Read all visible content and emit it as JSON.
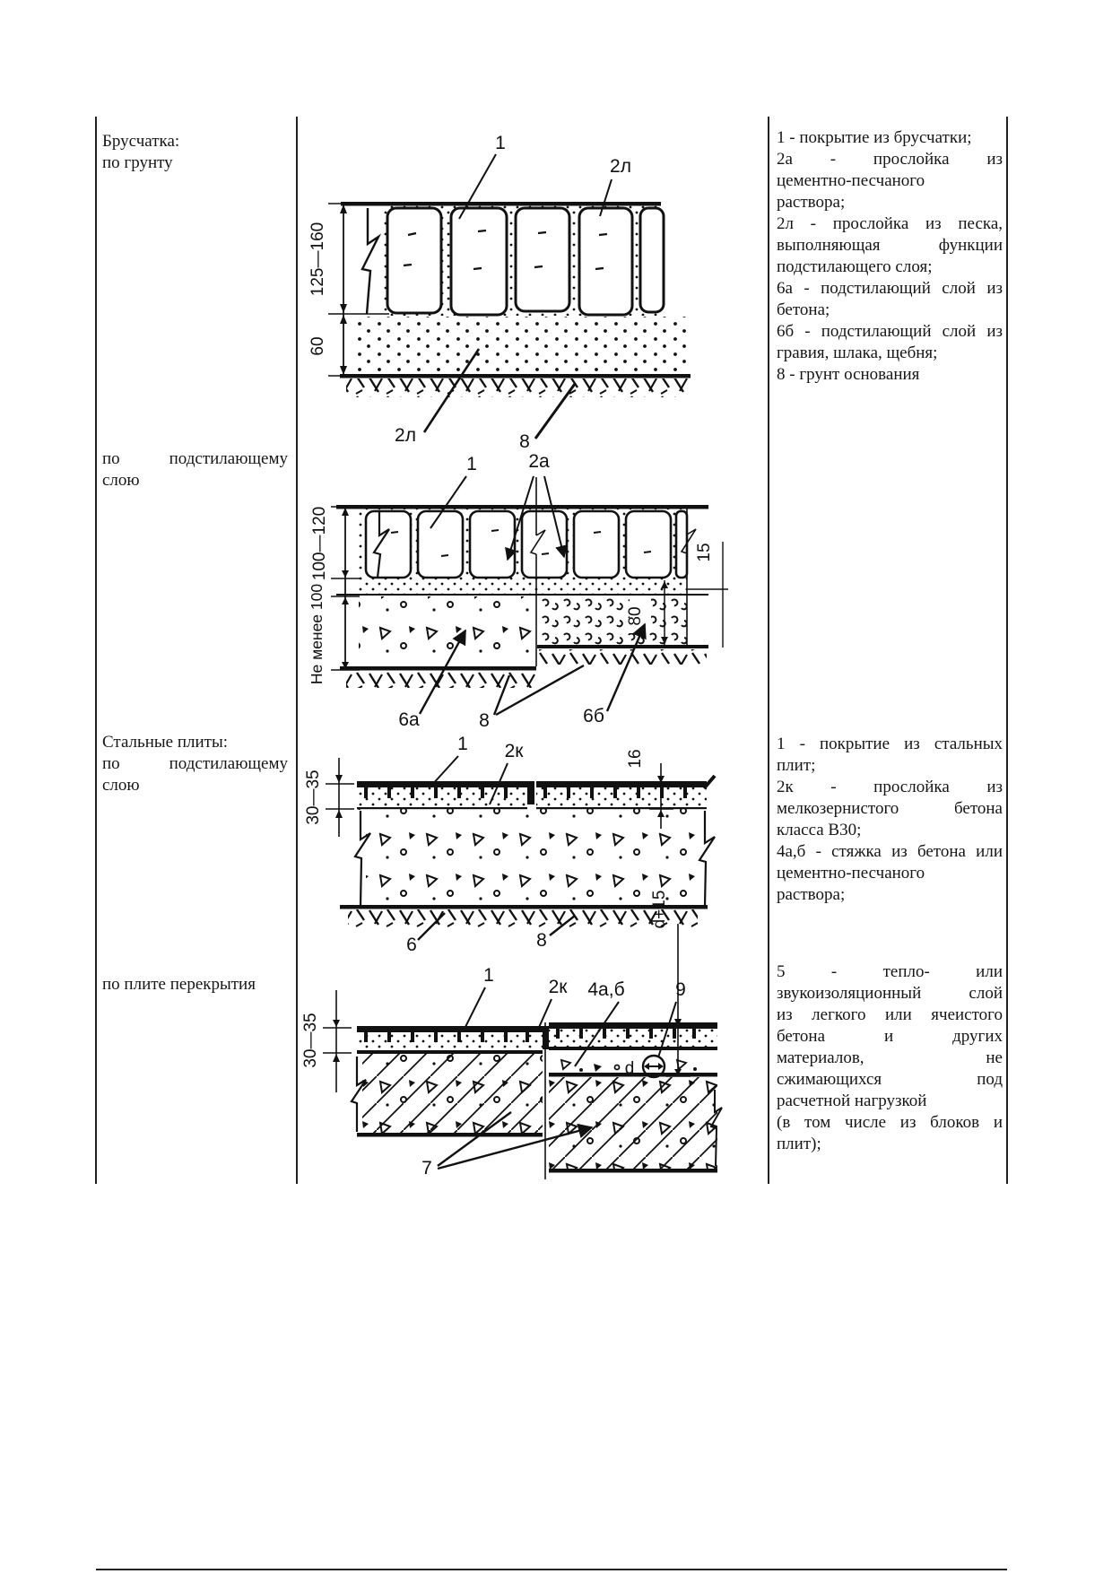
{
  "col1": {
    "row1": [
      "Брусчатка:",
      "по грунту"
    ],
    "row2": [
      "по подстилающему",
      "слою"
    ],
    "row3": [
      "Стальные плиты:",
      "по подстилающему",
      "слою"
    ],
    "row4": [
      "по плите перекрытия"
    ]
  },
  "legends": {
    "row1": [
      [
        "1 - покрытие из брусчатки;"
      ],
      [
        "2а - прослойка из",
        "цементно-песчаного",
        "раствора;"
      ],
      [
        "2л - прослойка из песка,",
        "выполняющая функции",
        "подстилающего слоя;"
      ],
      [
        "6а - подстилающий слой из",
        "бетона;"
      ],
      [
        "6б - подстилающий слой из",
        "гравия, шлака, щебня;"
      ],
      [
        "8 - грунт основания"
      ]
    ],
    "row3": [
      [
        "1 - покрытие из стальных",
        "плит;"
      ],
      [
        "2к - прослойка из",
        "мелкозернистого бетона",
        "класса В30;"
      ],
      [
        "4а,б - стяжка из бетона или",
        "цементно-песчаного",
        "раствора;"
      ]
    ],
    "row4": [
      [
        "5 - тепло- или",
        "звукоизоляционный слой",
        "из легкого или ячеистого",
        "бетона и других",
        "материалов, не",
        "сжимающихся под",
        "расчетной нагрузкой",
        "(в том числе из блоков и",
        "плит);"
      ]
    ]
  },
  "drawings": {
    "d1": {
      "callout_1": "1",
      "callout_2l_top": "2л",
      "callout_2l_bottom": "2л",
      "callout_8": "8",
      "dim_blocks": "125—160",
      "dim_sand": "60"
    },
    "d2": {
      "callout_1": "1",
      "callout_2a": "2а",
      "callout_6a": "6а",
      "callout_8": "8",
      "callout_6b": "6б",
      "dim_blocks": "100—120",
      "dim_base": "Не менее 100",
      "dim_15": "15",
      "dim_80": "80"
    },
    "d3": {
      "callout_1": "1",
      "callout_2k": "2к",
      "callout_6": "6",
      "callout_8": "8",
      "dim_plates": "30—35",
      "dim_16": "16"
    },
    "d4": {
      "callout_1": "1",
      "callout_2k": "2к",
      "callout_4ab": "4а,б",
      "callout_9": "9",
      "callout_7": "7",
      "label_d": "d",
      "dim_plates": "30—35",
      "dim_d15": "d+15"
    }
  }
}
